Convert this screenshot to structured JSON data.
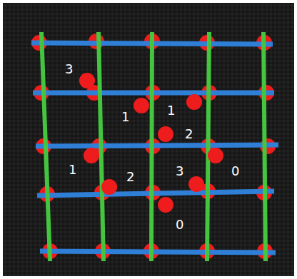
{
  "diagram": {
    "labels": [
      "3",
      "1",
      "1",
      "2",
      "1",
      "2",
      "3",
      "0",
      "0"
    ]
  }
}
